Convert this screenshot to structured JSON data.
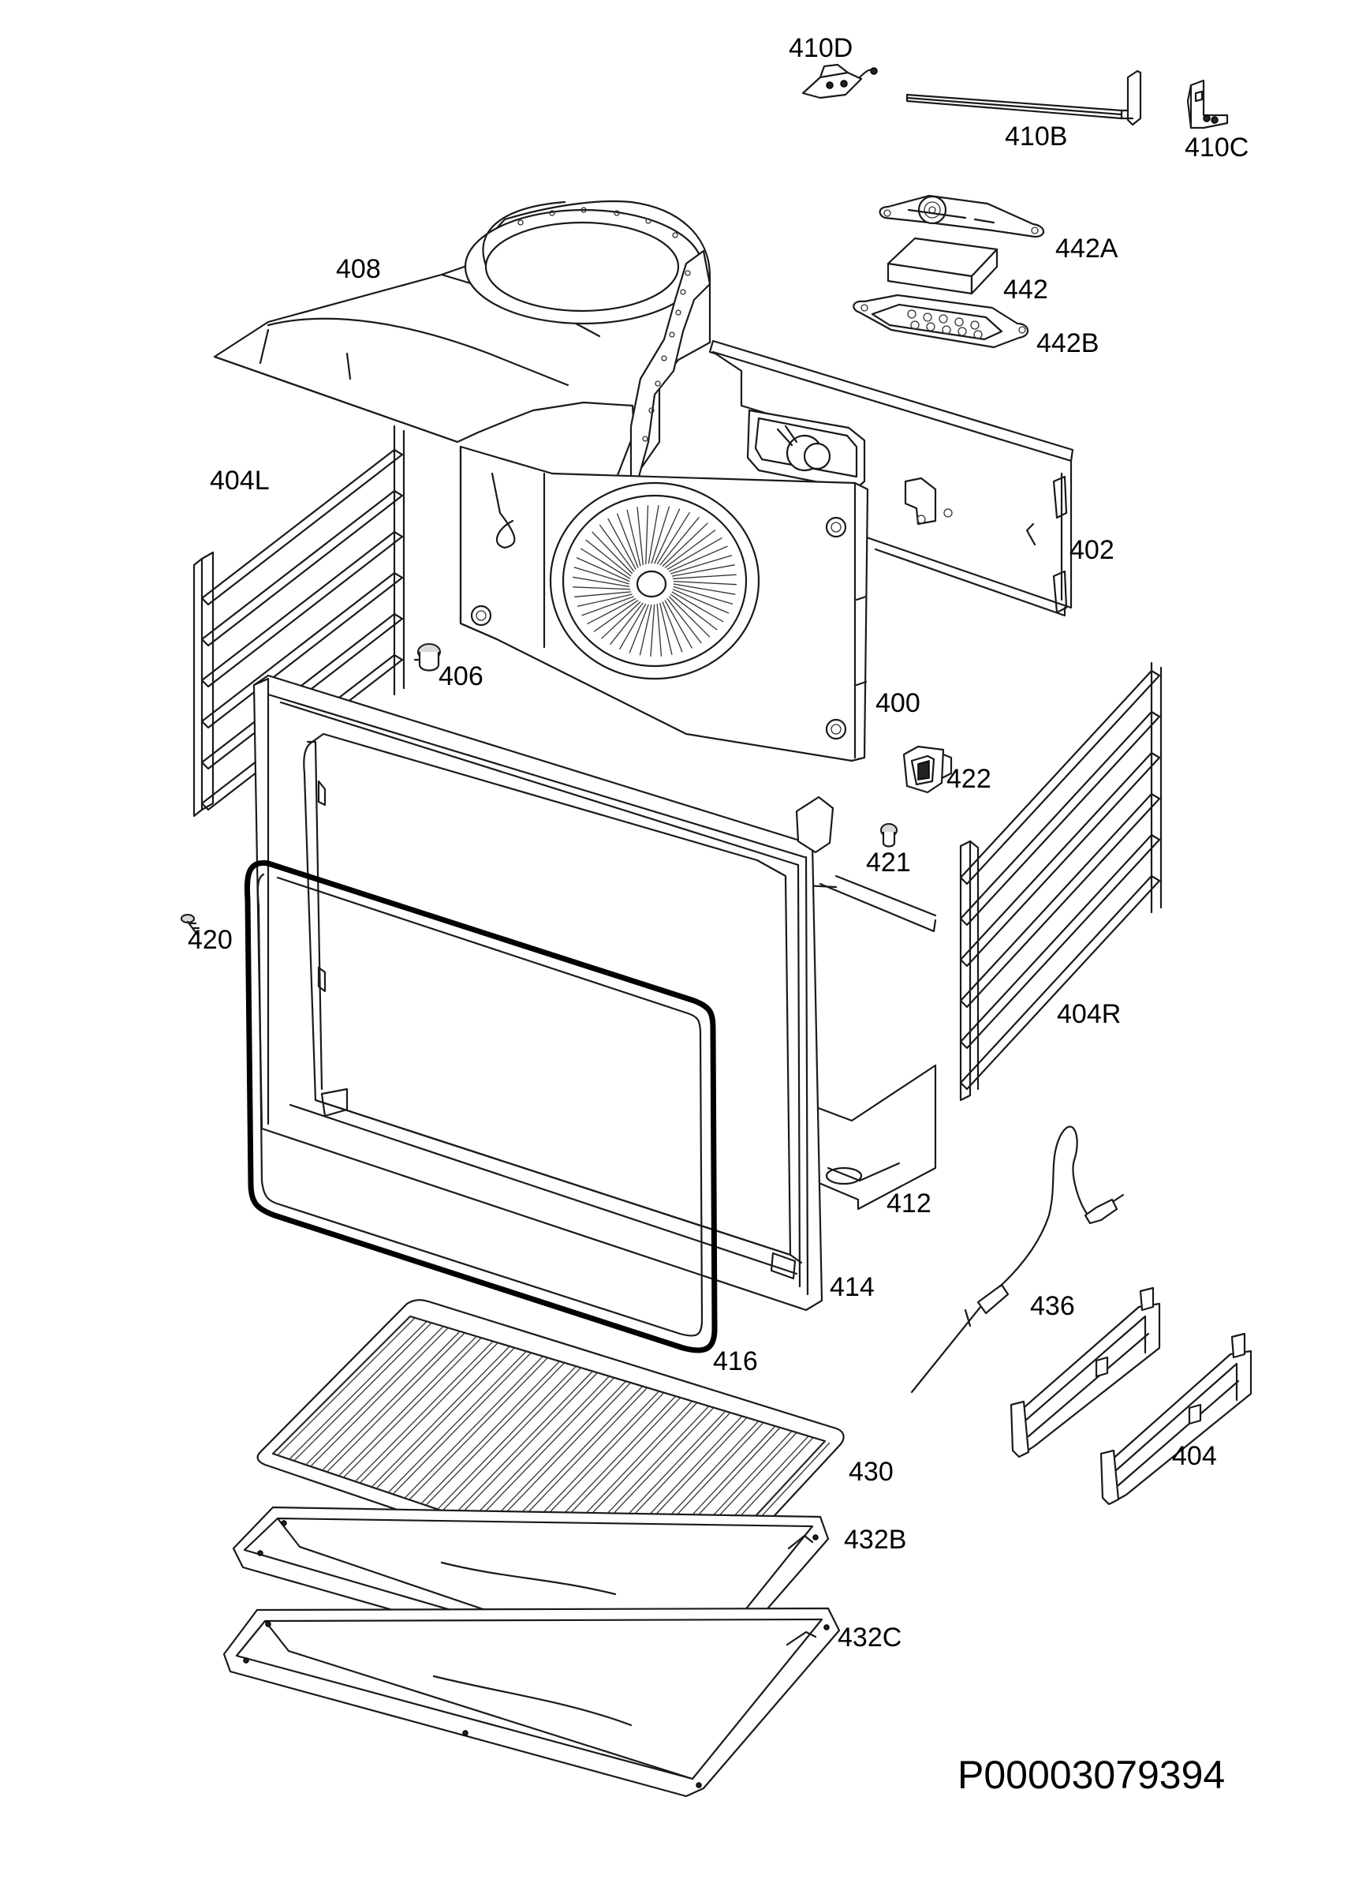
{
  "diagram": {
    "document_id": "P00003079394",
    "callouts": {
      "p410D": "410D",
      "p410B": "410B",
      "p410C": "410C",
      "p442A": "442A",
      "p442": "442",
      "p442B": "442B",
      "p408": "408",
      "p404L": "404L",
      "p402": "402",
      "p406": "406",
      "p400": "400",
      "p422": "422",
      "p421": "421",
      "p420": "420",
      "p404R": "404R",
      "p412": "412",
      "p414": "414",
      "p436": "436",
      "p416": "416",
      "p404": "404",
      "p430": "430",
      "p432B": "432B",
      "p432C": "432C"
    }
  }
}
